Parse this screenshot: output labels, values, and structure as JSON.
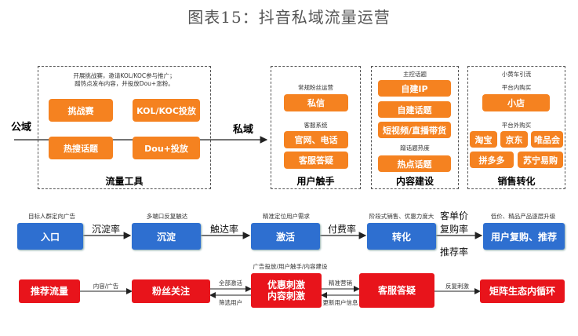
{
  "title": "图表15：抖音私域流量运营",
  "left_labels": {
    "public": "公域",
    "private": "私域"
  },
  "traffic_tools": {
    "caption": "开展挑战赛，邀请KOL/KOC参与推广；\n蹭热点发布内容，并投放Dou+涨粉。",
    "buttons": [
      "挑战赛",
      "KOL/KOC投放",
      "热搜话题",
      "Dou+投放"
    ],
    "footer": "流量工具"
  },
  "user_touch": {
    "cap1": "常规粉丝运营",
    "b1": "私信",
    "cap2": "客服系统",
    "b2": "官网、电话",
    "b3": "客服答疑",
    "footer": "用户触手"
  },
  "content": {
    "cap1": "主控话题",
    "b1": "自建IP",
    "b2": "自建话题",
    "b3": "短视频/直播带货",
    "cap2": "蹭话题热度",
    "b4": "热点话题",
    "footer": "内容建设"
  },
  "sales": {
    "cap1": "小黄车引流",
    "cap2": "平台内购买",
    "b1": "小店",
    "cap3": "平台外购买",
    "platforms": [
      "淘宝",
      "京东",
      "唯品会",
      "拼多多",
      "苏宁易购"
    ],
    "footer": "销售转化"
  },
  "funnel": {
    "stages": [
      "入口",
      "沉淀",
      "激活",
      "转化",
      "用户复购、推荐"
    ],
    "stage_captions": [
      "目标人群定向广告",
      "多端口反复触达",
      "精准定位用户需求",
      "阶段式销售、优惠力度大",
      "低价、精品产品逐层升级"
    ],
    "rates": [
      "沉淀率",
      "触达率",
      "付费率",
      "客单价",
      "复购率",
      "推荐率"
    ]
  },
  "loop": {
    "boxes": [
      "推荐流量",
      "粉丝关注",
      "优惠刺激\n内容刺激",
      "客服答疑",
      "矩阵生态内循环"
    ],
    "labels": {
      "l1": "内容/广告",
      "l2a": "全部激活",
      "l2b": "筛选用户",
      "top": "广告投放/用户触手/内容建设",
      "l3a": "精准营销",
      "l3b": "更新用户信息",
      "l4": "反复刺激"
    }
  },
  "colors": {
    "orange": "#f58220",
    "blue": "#2e6fd0",
    "red": "#e8141b"
  }
}
